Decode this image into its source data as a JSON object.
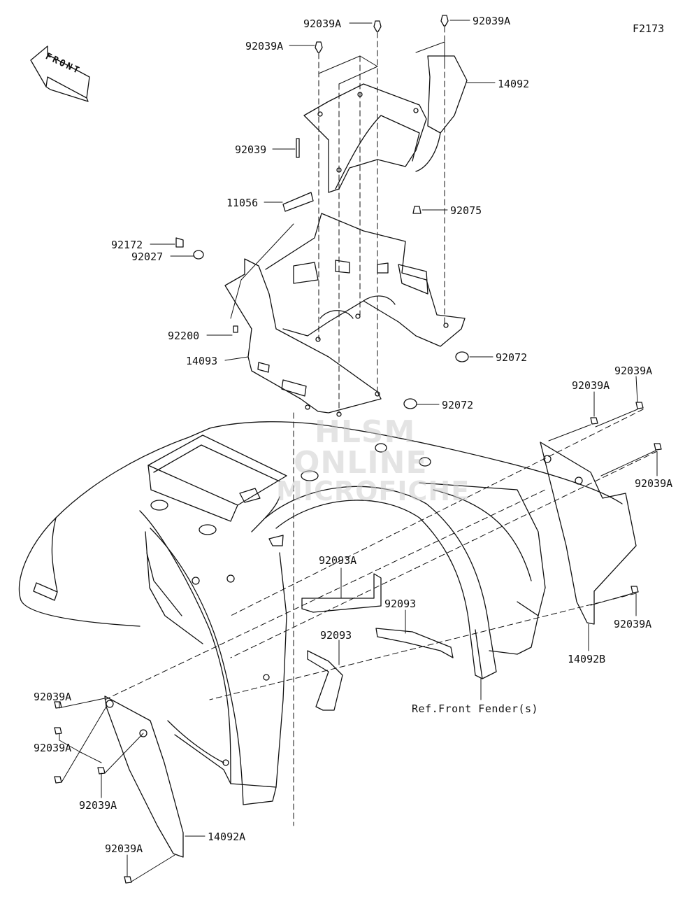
{
  "diagram_code": "F2173",
  "direction_badge": "FRONT",
  "reference_note": "Ref.Front Fender(s)",
  "watermark": {
    "line1": "HLSM",
    "line2": "ONLINE",
    "line3": "MICROFICHE"
  },
  "callouts": {
    "c1": "92039A",
    "c2": "92039A",
    "c3": "92039A",
    "c4": "14092",
    "c5": "92039",
    "c6": "11056",
    "c7": "92075",
    "c8": "92172",
    "c9": "92027",
    "c10": "92200",
    "c11": "14093",
    "c12": "92072",
    "c13": "92072",
    "c14": "92039A",
    "c15": "92039A",
    "c16": "92039A",
    "c17": "92093A",
    "c18": "92093",
    "c19": "92093",
    "c20": "92039A",
    "c21": "14092B",
    "c22": "92039A",
    "c23": "92039A",
    "c24": "92039A",
    "c25": "14092A",
    "c26": "92039A"
  }
}
